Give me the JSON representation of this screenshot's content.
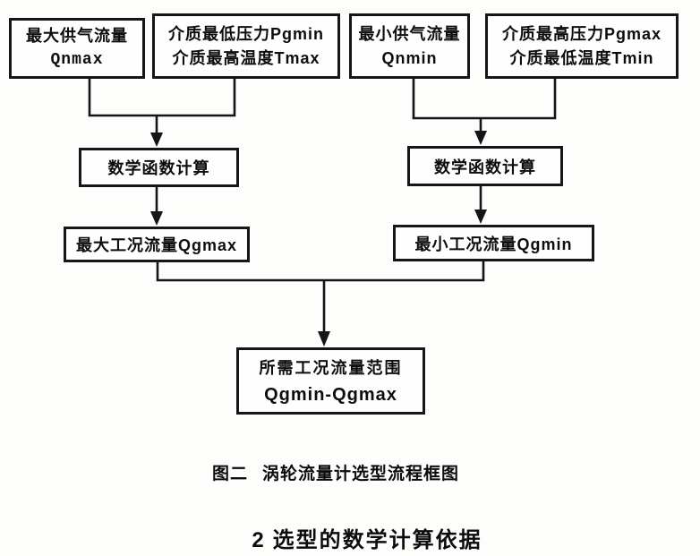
{
  "figure": {
    "boxes": {
      "qnmax": {
        "line1": "最大供气流量",
        "line2": "Qnmax"
      },
      "pgmin": {
        "line1": "介质最低压力Pgmin",
        "line2": "介质最高温度Tmax"
      },
      "qnmin": {
        "line1": "最小供气流量",
        "line2": "Qnmin"
      },
      "pgmax": {
        "line1": "介质最高压力Pgmax",
        "line2": "介质最低温度Tmin"
      },
      "calc_left": {
        "label": "数学函数计算"
      },
      "calc_right": {
        "label": "数学函数计算"
      },
      "qgmax": {
        "label": "最大工况流量Qgmax"
      },
      "qgmin": {
        "label": "最小工况流量Qgmin"
      },
      "result": {
        "line1": "所需工况流量范围",
        "line2": "Qgmin-Qgmax"
      }
    },
    "caption": {
      "prefix": "图二",
      "text": "涡轮流量计选型流程框图"
    },
    "section_heading": {
      "number": "2",
      "text": "选型的数学计算依据"
    },
    "colors": {
      "line": "#151515",
      "box_border": "#161616",
      "background": "#fdfdfc",
      "text": "#0d0d0d"
    }
  }
}
